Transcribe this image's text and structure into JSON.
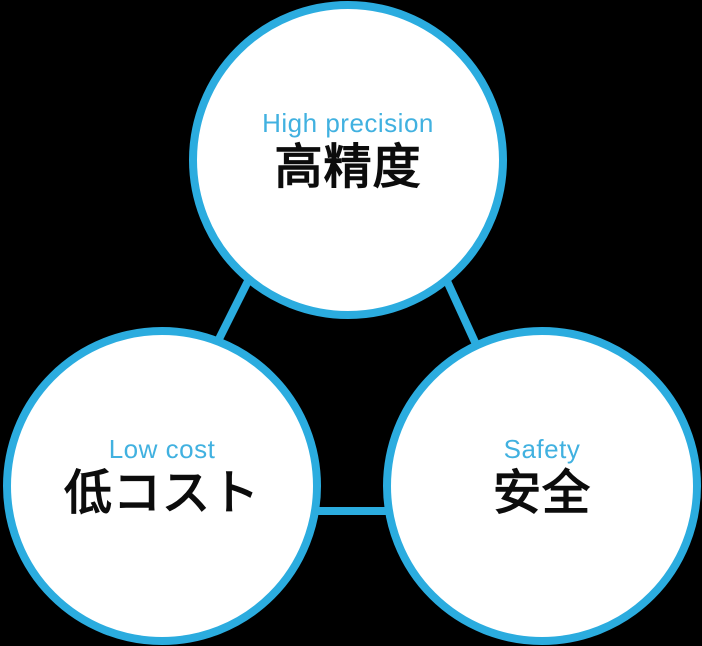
{
  "diagram": {
    "type": "venn-relationship",
    "background_color": "#000000",
    "accent_color": "#2bacdf",
    "label_color": "#41b1e0",
    "ja_text_color": "#0c0c0c",
    "circle_fill": "#ffffff",
    "nodes": [
      {
        "id": "high-precision",
        "label_en": "High precision",
        "label_ja": "高精度"
      },
      {
        "id": "low-cost",
        "label_en": "Low cost",
        "label_ja": "低コスト"
      },
      {
        "id": "safety",
        "label_en": "Safety",
        "label_ja": "安全"
      }
    ],
    "connections": [
      "high-precision to low-cost",
      "high-precision to safety",
      "low-cost to safety"
    ]
  }
}
